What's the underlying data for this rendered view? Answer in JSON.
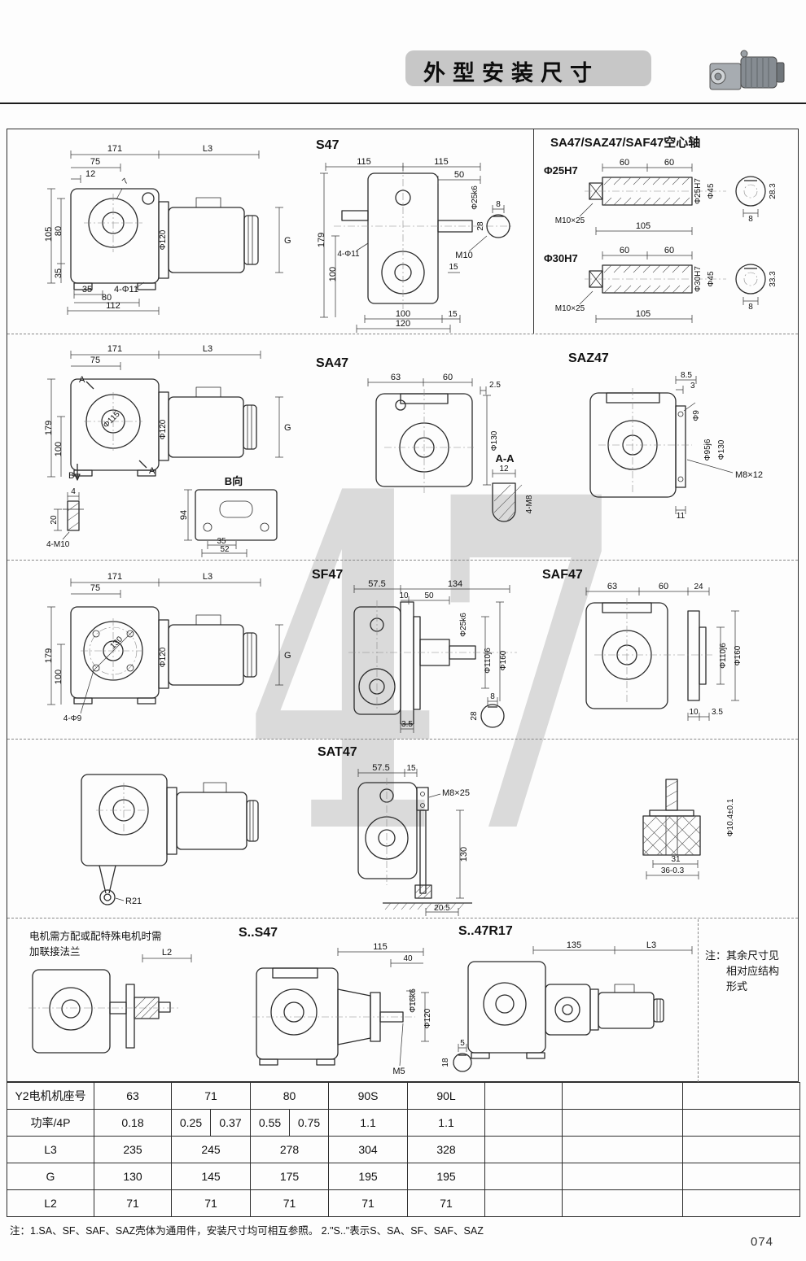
{
  "header": {
    "title": "外型安装尺寸",
    "page_number": "074"
  },
  "watermark": "47",
  "s1": {
    "side": {
      "dims": [
        "171",
        "75",
        "12",
        "L3",
        "105",
        "80",
        "35",
        "Φ120",
        "G",
        "7",
        "35",
        "4-Φ11",
        "80",
        "112"
      ]
    },
    "front": {
      "title": "S47",
      "dims": [
        "115",
        "115",
        "50",
        "Φ25k6",
        "8",
        "28",
        "M10",
        "179",
        "100",
        "4-Φ11",
        "15",
        "100",
        "120",
        "15"
      ]
    },
    "hollow": {
      "title": "SA47/SAZ47/SAF47空心轴",
      "a": {
        "label": "Φ25H7",
        "dims": [
          "60",
          "60",
          "28.3",
          "M10×25",
          "105",
          "Φ25H7",
          "Φ45",
          "8"
        ]
      },
      "b": {
        "label": "Φ30H7",
        "dims": [
          "60",
          "60",
          "33.3",
          "M10×25",
          "105",
          "Φ30H7",
          "Φ45",
          "8"
        ]
      }
    }
  },
  "s2": {
    "side": {
      "dims": [
        "171",
        "75",
        "L3",
        "Φ115",
        "Φ120",
        "179",
        "100",
        "G",
        "A",
        "B",
        "B向",
        "4-M10",
        "4",
        "20",
        "94",
        "35",
        "52"
      ]
    },
    "front": {
      "title": "SA47",
      "dims": [
        "63",
        "60",
        "2.5",
        "Φ130"
      ]
    },
    "aa": {
      "title": "A-A",
      "dims": [
        "12",
        "4-M8"
      ]
    },
    "saz": {
      "title": "SAZ47",
      "dims": [
        "8.5",
        "3",
        "Φ9",
        "Φ95j6",
        "Φ130",
        "M8×12",
        "11"
      ]
    }
  },
  "s3": {
    "side": {
      "dims": [
        "171",
        "75",
        "L3",
        "130",
        "Φ120",
        "179",
        "100",
        "G",
        "4-Φ9"
      ]
    },
    "front": {
      "title": "SF47",
      "dims": [
        "57.5",
        "134",
        "10",
        "50",
        "Φ25k6",
        "Φ110j6",
        "Φ160",
        "3.5",
        "8",
        "28"
      ]
    },
    "saf": {
      "title": "SAF47",
      "dims": [
        "63",
        "60",
        "24",
        "Φ110j6",
        "Φ160",
        "10",
        "3.5"
      ]
    }
  },
  "s4": {
    "side": {
      "dims": [
        "R21"
      ]
    },
    "front": {
      "title": "SAT47",
      "dims": [
        "57.5",
        "15",
        "M8×25",
        "130",
        "20.5"
      ]
    },
    "bush": {
      "dims": [
        "Φ10.4±0.1",
        "31",
        "36-0.3"
      ]
    }
  },
  "s5": {
    "left": {
      "note1": "电机需方配或配特殊电机时需",
      "note2": "加联接法兰",
      "dims": [
        "L2"
      ]
    },
    "ss47": {
      "title": "S..S47",
      "dims": [
        "115",
        "40",
        "Φ16k6",
        "Φ120",
        "M5"
      ]
    },
    "r17": {
      "title": "S..47R17",
      "dims": [
        "135",
        "L3",
        "5",
        "18"
      ]
    },
    "note": {
      "l1": "注：其余尺寸见",
      "l2": "相对应结构",
      "l3": "形式"
    }
  },
  "table": {
    "row_labels": [
      "Y2电机机座号",
      "功率/4P",
      "L3",
      "G",
      "L2"
    ],
    "frames": [
      "63",
      "71",
      "80",
      "90S",
      "90L"
    ],
    "power": [
      "0.18",
      "0.25",
      "0.37",
      "0.55",
      "0.75",
      "1.1",
      "1.1"
    ],
    "l3": [
      "235",
      "245",
      "278",
      "304",
      "328"
    ],
    "g": [
      "130",
      "145",
      "175",
      "195",
      "195"
    ],
    "l2": [
      "71",
      "71",
      "71",
      "71",
      "71"
    ]
  },
  "footer": {
    "note": "注：1.SA、SF、SAF、SAZ壳体为通用件，安装尺寸均可相互参照。 2.\"S..\"表示S、SA、SF、SAF、SAZ"
  }
}
